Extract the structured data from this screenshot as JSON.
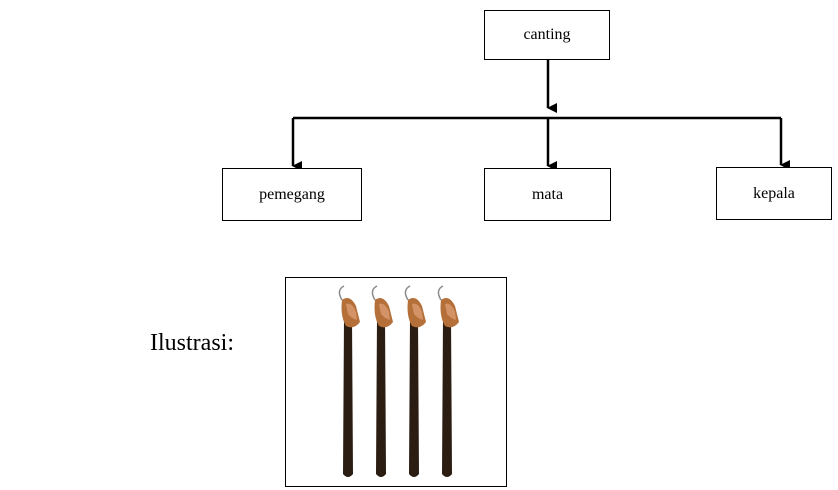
{
  "diagram": {
    "root": "canting",
    "children": [
      "pemegang",
      "mata",
      "kepala"
    ]
  },
  "illustration": {
    "label": "Ilustrasi:",
    "image_icon": "canting-tools-photo",
    "tool_count": 4,
    "colors": {
      "handle": "#2b1d12",
      "copper": "#b5703a",
      "highlight": "#e0a27a"
    }
  }
}
